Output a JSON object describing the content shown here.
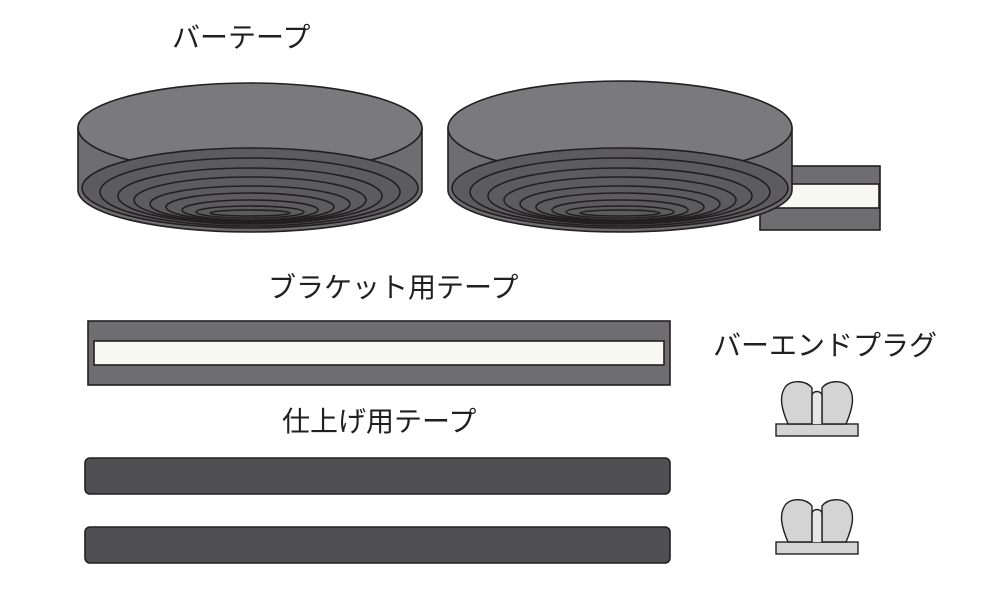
{
  "labels": {
    "bar_tape": "バーテープ",
    "bracket_tape": "ブラケット用テープ",
    "finishing_tape": "仕上げ用テープ",
    "bar_end_plug": "バーエンドプラグ"
  },
  "colors": {
    "tape_dark": "#7a7a7c",
    "tape_side": "#5c5c5e",
    "strip_dark": "#505052",
    "backing": "#f8f8f2",
    "plug_light": "#d4d4d4",
    "outline": "#231f20"
  }
}
